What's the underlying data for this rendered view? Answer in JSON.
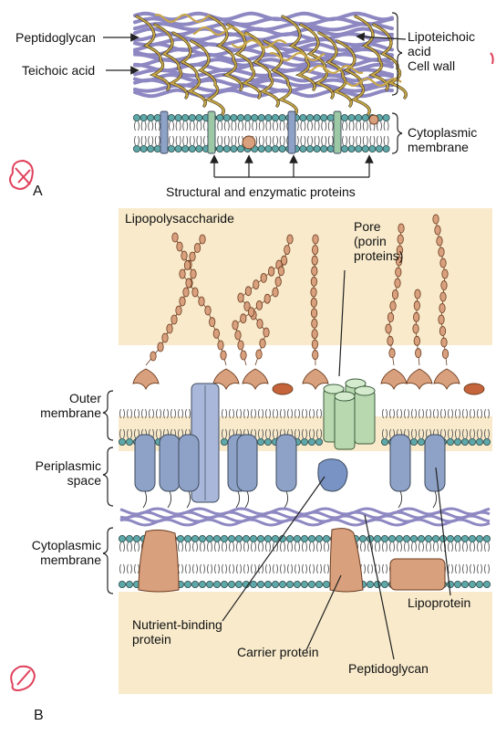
{
  "panel_a": {
    "letter": "A",
    "labels": {
      "peptidoglycan": "Peptidoglycan",
      "teichoic_acid": "Teichoic acid",
      "lipoteichoic_acid_1": "Lipoteichoic",
      "lipoteichoic_acid_2": "acid",
      "cell_wall": "Cell wall",
      "cytoplasmic_membrane_1": "Cytoplasmic",
      "cytoplasmic_membrane_2": "membrane",
      "proteins": "Structural and enzymatic proteins"
    }
  },
  "panel_b": {
    "letter": "B",
    "labels": {
      "lipopolysaccharide": "Lipopolysaccharide",
      "pore_1": "Pore",
      "pore_2": "(porin",
      "pore_3": "proteins)",
      "outer_membrane_1": "Outer",
      "outer_membrane_2": "membrane",
      "periplasmic_1": "Periplasmic",
      "periplasmic_2": "space",
      "cytoplasmic_1": "Cytoplasmic",
      "cytoplasmic_2": "membrane",
      "nutrient_1": "Nutrient-binding",
      "nutrient_2": "protein",
      "carrier": "Carrier protein",
      "peptidoglycan": "Peptidoglycan",
      "lipoprotein": "Lipoprotein"
    }
  },
  "colors": {
    "background_b": "#F8EACB",
    "peptidoglycan": "#8E88C2",
    "teichoic": "#C9A74A",
    "lipid_head": "#5EA8AA",
    "protein_blue": "#8EA2C8",
    "protein_tan": "#D9A07E",
    "porin_green": "#B8D8B0",
    "annotation_red": "#E0405A"
  }
}
